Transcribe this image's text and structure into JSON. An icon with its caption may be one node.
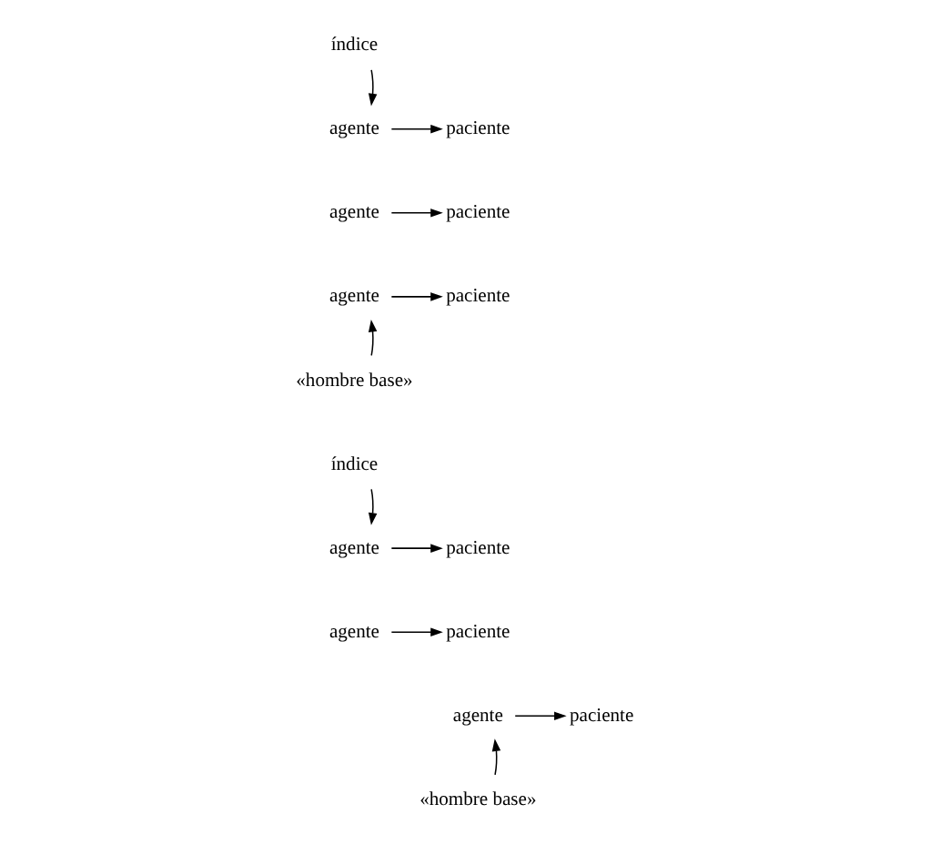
{
  "diagram": {
    "nodes": [
      {
        "text": [
          "índice"
        ]
      },
      {
        "text": [
          "agente"
        ]
      },
      {
        "text": [
          "paciente"
        ]
      },
      {
        "text": [
          "agente"
        ]
      },
      {
        "text": [
          "paciente"
        ]
      },
      {
        "text": [
          "agente"
        ]
      },
      {
        "text": [
          "paciente"
        ]
      },
      {
        "text": [
          "«hombre base»"
        ]
      },
      {
        "text": [
          "índice"
        ]
      },
      {
        "text": [
          "agente"
        ]
      },
      {
        "text": [
          "paciente"
        ]
      },
      {
        "text": [
          "agente"
        ]
      },
      {
        "text": [
          "paciente"
        ]
      },
      {
        "text": [
          "agente"
        ]
      },
      {
        "text": [
          "paciente"
        ]
      },
      {
        "text": [
          "«hombre base»"
        ]
      }
    ],
    "edges": [
      {
        "from": 0,
        "to": 1,
        "arrow": "to"
      },
      {
        "from": 1,
        "to": 2,
        "arrow": "to"
      },
      {
        "from": 3,
        "to": 4,
        "arrow": "to"
      },
      {
        "from": 5,
        "to": 6,
        "arrow": "to"
      },
      {
        "from": 7,
        "to": 5,
        "arrow": "to"
      },
      {
        "from": 8,
        "to": 9,
        "arrow": "to"
      },
      {
        "from": 9,
        "to": 10,
        "arrow": "to"
      },
      {
        "from": 11,
        "to": 12,
        "arrow": "to"
      },
      {
        "from": 13,
        "to": 14,
        "arrow": "to"
      },
      {
        "from": 15,
        "to": 13,
        "arrow": "to"
      }
    ]
  }
}
